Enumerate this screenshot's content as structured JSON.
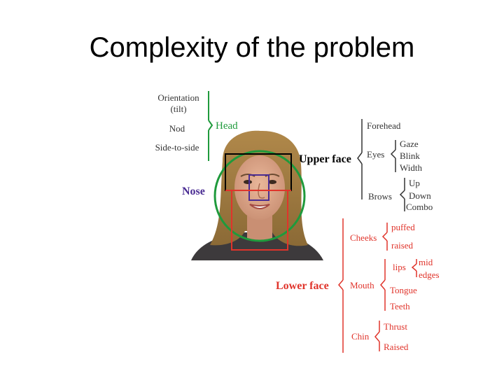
{
  "slide": {
    "title": "Complexity of the problem"
  },
  "colors": {
    "head": "#1f9a3c",
    "upper": "#000000",
    "nose": "#4a2c93",
    "lower": "#e0342b",
    "text": "#333333"
  },
  "diagram": {
    "head_group": {
      "label": "Head",
      "items": [
        "Orientation",
        "(tilt)",
        "Nod",
        "Side-to-side"
      ]
    },
    "nose": {
      "label": "Nose"
    },
    "upper_face": {
      "label": "Upper face",
      "forehead": "Forehead",
      "eyes": {
        "label": "Eyes",
        "items": [
          "Gaze",
          "Blink",
          "Width"
        ]
      },
      "brows": {
        "label": "Brows",
        "items": [
          "Up",
          "Down",
          "Combo"
        ]
      }
    },
    "lower_face": {
      "label": "Lower face",
      "cheeks": {
        "label": "Cheeks",
        "items": [
          "puffed",
          "raised"
        ]
      },
      "mouth": {
        "label": "Mouth",
        "lips": {
          "label": "lips",
          "items": [
            "mid",
            "edges"
          ]
        },
        "tongue": "Tongue",
        "teeth": "Teeth"
      },
      "chin": {
        "label": "Chin",
        "items": [
          "Thrust",
          "Raised"
        ]
      }
    },
    "photo": {
      "icon": "face-photo"
    }
  }
}
